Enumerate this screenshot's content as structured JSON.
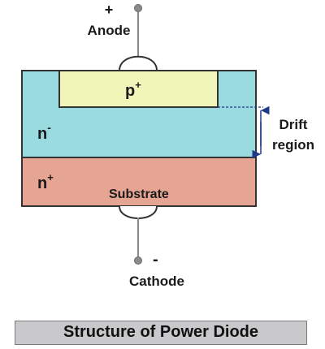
{
  "terminals": {
    "anode": {
      "label": "Anode",
      "polarity": "+"
    },
    "cathode": {
      "label": "Cathode",
      "polarity": "-"
    }
  },
  "layers": {
    "p_plus": {
      "base": "p",
      "sup": "+",
      "color": "#f2f5b8"
    },
    "n_minus": {
      "base": "n",
      "sup": "-",
      "color": "#9adbdf"
    },
    "n_plus": {
      "base": "n",
      "sup": "+",
      "color": "#e6a593",
      "label": "Substrate"
    }
  },
  "drift_region": {
    "line1": "Drift",
    "line2": "region",
    "color": "#1f3a8a"
  },
  "caption": "Structure of Power Diode"
}
